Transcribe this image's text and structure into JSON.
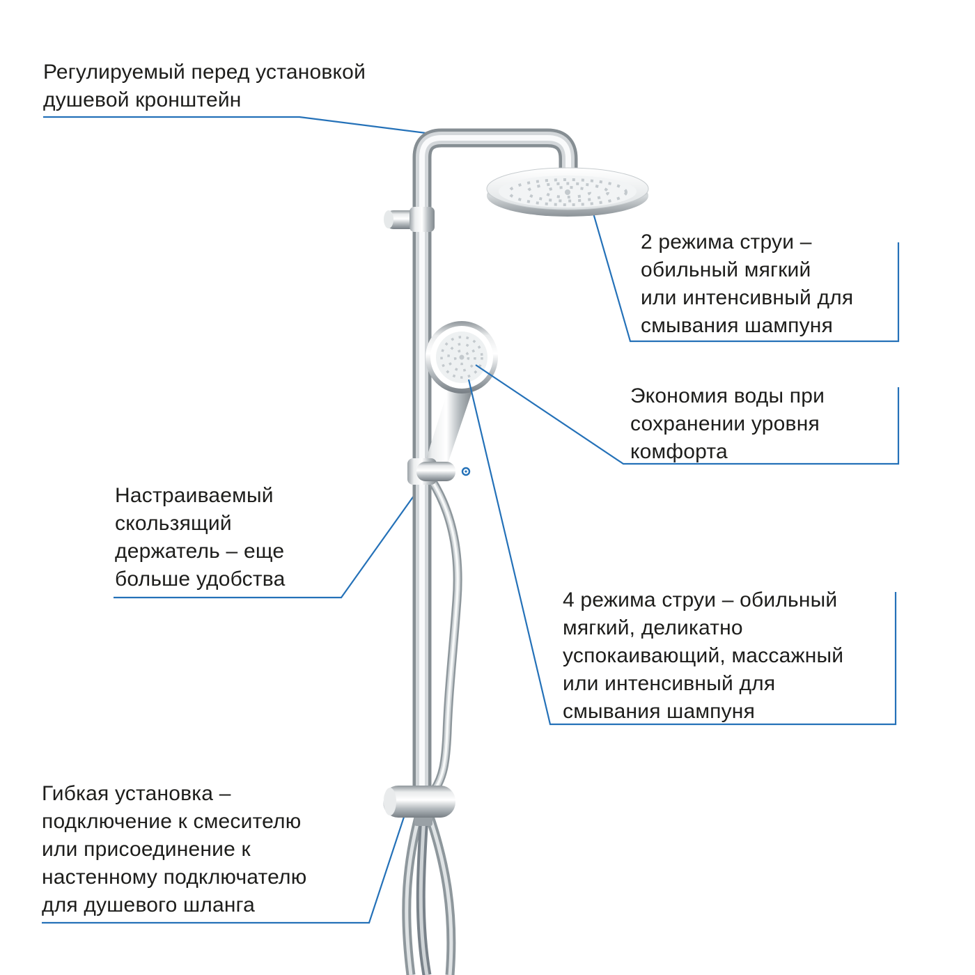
{
  "colors": {
    "accent": "#2471b8",
    "text": "#1d1d1b",
    "bg": "#ffffff"
  },
  "annotations": {
    "shower_arm": "Регулируемый перед установкой\nдушевой кронштейн",
    "head_shower_modes": "2 режима струи –\nобильный мягкий\nили интенсивный для\nсмывания шампуня",
    "water_saving": "Экономия воды при\nсохранении уровня\nкомфорта",
    "slide_holder": "Настраиваемый\nскользящий\nдержатель – еще\nбольше удобства",
    "hand_shower_modes": "4 режима струи – обильный\nмягкий, деликатно\nуспокаивающий, массажный\nили интенсивный для\nсмывания шампуня",
    "flexible_install": "Гибкая установка –\nподключение к смесителю\nили присоединение к\nнастенному подключателю\nдля душевого шланга"
  }
}
